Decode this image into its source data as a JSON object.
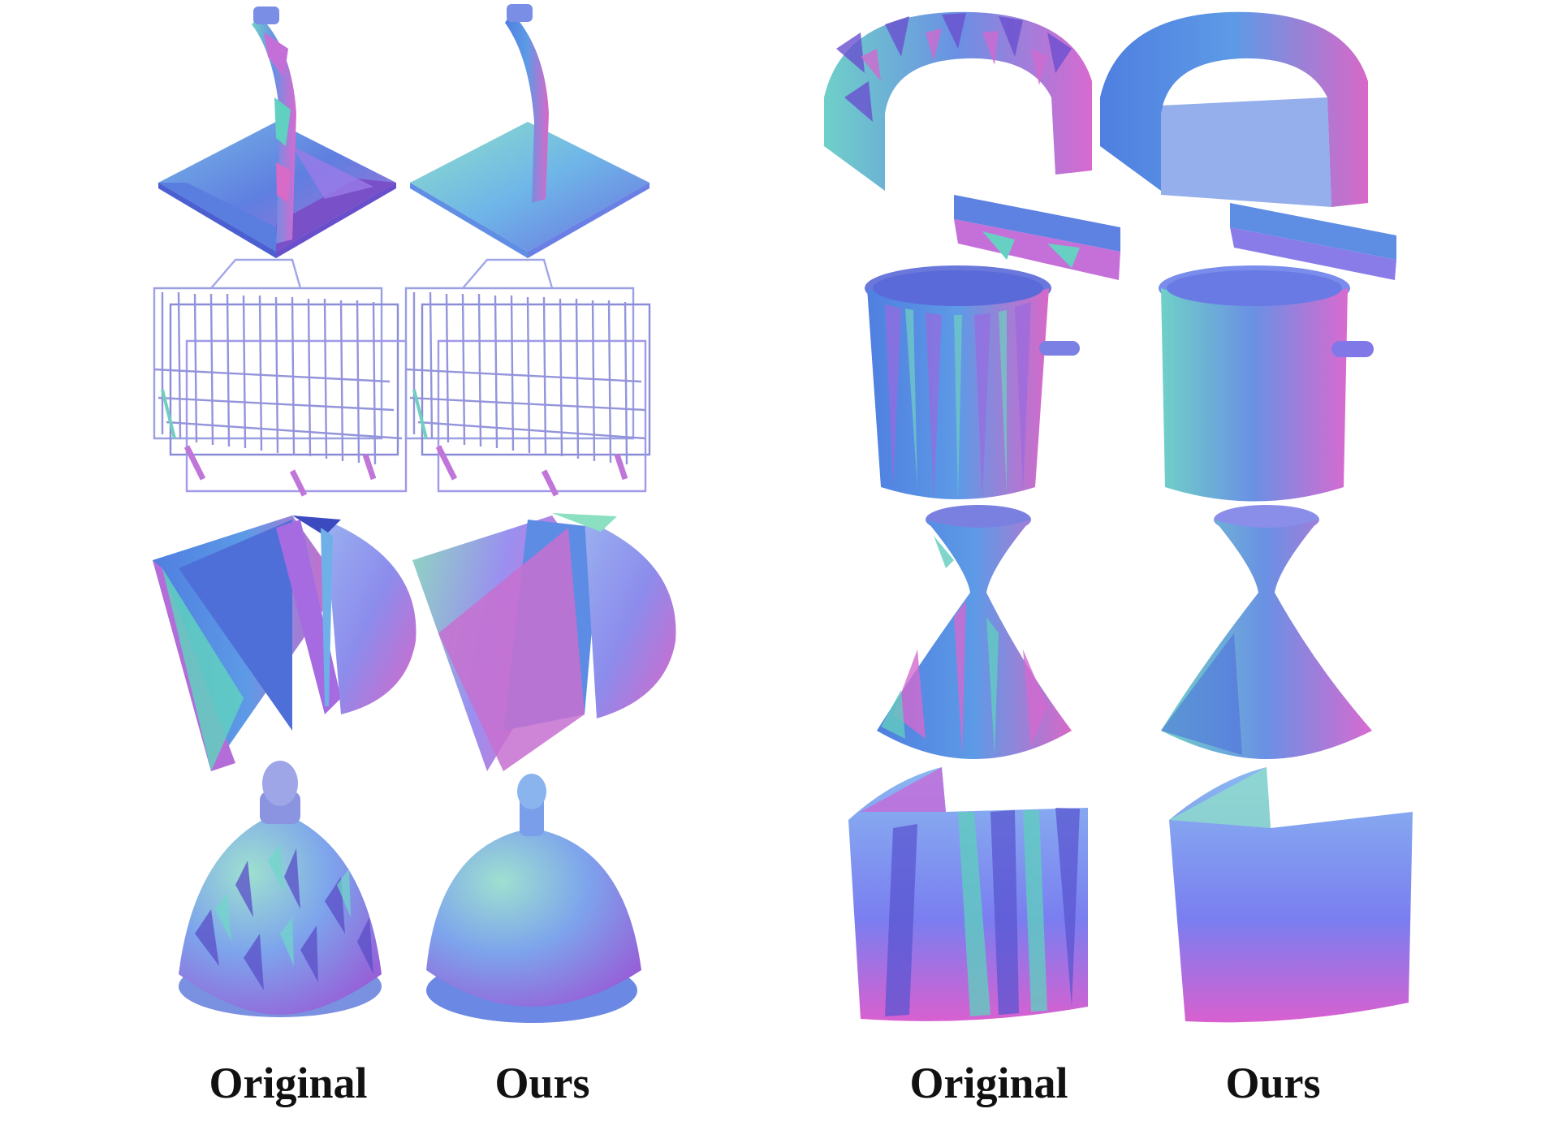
{
  "figure": {
    "columns": [
      {
        "label": "Original"
      },
      {
        "label": "Ours"
      },
      {
        "label": "Original"
      },
      {
        "label": "Ours"
      }
    ],
    "left_objects": [
      "joystick",
      "wire-basket",
      "half-cylinder",
      "bell-lid"
    ],
    "right_objects": [
      "arch",
      "pot",
      "hourglass-vase",
      "curved-panel"
    ]
  }
}
